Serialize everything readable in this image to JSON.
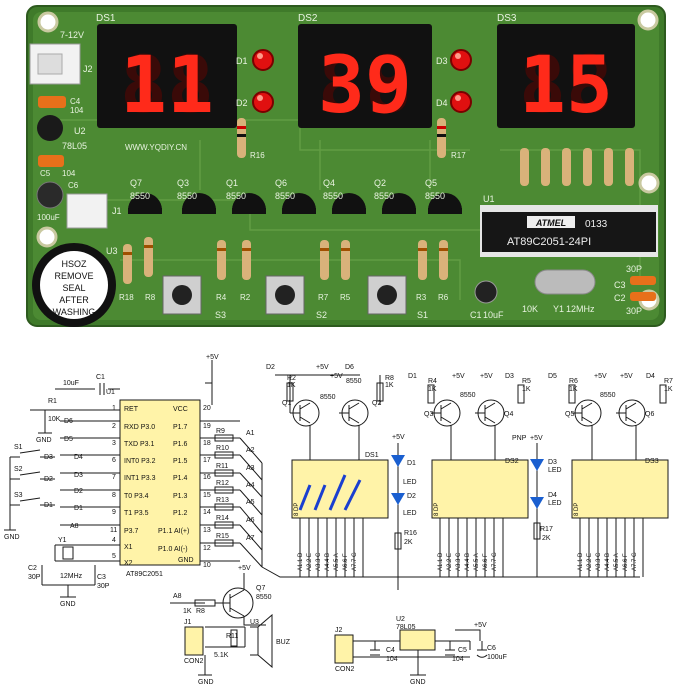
{
  "board": {
    "displays": [
      {
        "label": "DS1",
        "digits": "11"
      },
      {
        "label": "DS2",
        "digits": "39"
      },
      {
        "label": "DS3",
        "digits": "15"
      }
    ],
    "leds": [
      "D1",
      "D2",
      "D3",
      "D4"
    ],
    "power_label": "7-12V",
    "jack_labels": [
      "J2",
      "J1"
    ],
    "cap_labels": {
      "c4": "C4",
      "c4v": "104",
      "c5": "C5",
      "c5v": "104",
      "c6": "C6",
      "c6v": "100uF",
      "c1": "C1",
      "c1v": "10uF"
    },
    "regulator": {
      "ref": "U2",
      "part": "78L05"
    },
    "website": "WWW.YQDIY.CN",
    "res_labels": {
      "r16": "R16",
      "r17": "R17",
      "r18": "R18",
      "r8": "R8",
      "r4": "R4",
      "r2": "R2",
      "r7": "R7",
      "r5": "R5",
      "r3": "R3",
      "r6": "R6"
    },
    "transistors": [
      {
        "ref": "Q7",
        "part": "8550"
      },
      {
        "ref": "Q3",
        "part": "8550"
      },
      {
        "ref": "Q1",
        "part": "8550"
      },
      {
        "ref": "Q6",
        "part": "8550"
      },
      {
        "ref": "Q4",
        "part": "8550"
      },
      {
        "ref": "Q2",
        "part": "8550"
      },
      {
        "ref": "Q5",
        "part": "8550"
      }
    ],
    "buttons": [
      "S3",
      "S2",
      "S1"
    ],
    "mcu": {
      "ref": "U1",
      "brand": "ATMEL",
      "code": "0133",
      "part": "AT89C2051-24PI"
    },
    "buzzer": {
      "ref": "U3",
      "l1": "HSOZ",
      "l2": "REMOVE",
      "l3": "SEAL",
      "l4": "AFTER",
      "l5": "WASHING"
    },
    "crystal": {
      "ref": "Y1",
      "freq": "12MHz",
      "r": "10K"
    },
    "caps_right": {
      "c3": "C3",
      "c2": "C2",
      "v1": "30P",
      "v2": "30P"
    }
  },
  "schematic": {
    "supply": "+5V",
    "gnd": "GND",
    "pnp": "PNP",
    "c1": "C1",
    "c1v": "10uF",
    "r1": "R1",
    "r1v": "10K",
    "mcu": {
      "ref": "U1",
      "part": "AT89C2051",
      "left_pins": [
        {
          "num": "1",
          "name": "RET"
        },
        {
          "num": "2",
          "name": "RXD P3.0"
        },
        {
          "num": "3",
          "name": "TXD P3.1"
        },
        {
          "num": "6",
          "name": "INT0 P3.2"
        },
        {
          "num": "7",
          "name": "INT1 P3.3"
        },
        {
          "num": "8",
          "name": "T0 P3.4"
        },
        {
          "num": "9",
          "name": "T1 P3.5"
        },
        {
          "num": "11",
          "name": "P3.7"
        },
        {
          "num": "4",
          "name": "X1"
        },
        {
          "num": "5",
          "name": "X2"
        }
      ],
      "right_pins": [
        {
          "num": "20",
          "name": "VCC"
        },
        {
          "num": "19",
          "name": "P1.7"
        },
        {
          "num": "18",
          "name": "P1.6"
        },
        {
          "num": "17",
          "name": "P1.5"
        },
        {
          "num": "16",
          "name": "P1.4"
        },
        {
          "num": "15",
          "name": "P1.3"
        },
        {
          "num": "14",
          "name": "P1.2"
        },
        {
          "num": "13",
          "name": "P1.1 AI(+)"
        },
        {
          "num": "12",
          "name": "P1.0 AI(-)"
        },
        {
          "num": "10",
          "name": "GND"
        }
      ]
    },
    "left_nets": [
      "D6",
      "D5",
      "D4",
      "D3",
      "D2",
      "D1",
      "A8"
    ],
    "switches": [
      "S1",
      "S2",
      "S3"
    ],
    "switch_nets": [
      "D3",
      "D2",
      "D1"
    ],
    "xtal": {
      "ref": "Y1",
      "freq": "12MHz",
      "c2": "C2",
      "c2v": "30P",
      "c3": "C3",
      "c3v": "30P"
    },
    "res_bus": [
      "R9",
      "R10",
      "R11",
      "R12",
      "R13",
      "R14",
      "R15"
    ],
    "bus_nets": [
      "A1",
      "A2",
      "A3",
      "A4",
      "A5",
      "A6",
      "A7"
    ],
    "seg_pins": [
      "A1.1 D",
      "A2.2 E",
      "A3.3 C",
      "A4.4 B",
      "A5.5 A",
      "A6.6 F",
      "A7.7 G",
      "8 DP"
    ],
    "displays": [
      "DS1",
      "DS2",
      "DS3"
    ],
    "digit_groups": [
      {
        "d_left": "D2",
        "d_right": "D6",
        "ra": "R2",
        "rb": "R8",
        "q_left": "Q1",
        "q_right": "Q2"
      },
      {
        "d_left": "D1",
        "d_right": "D3",
        "ra": "R4",
        "rb": "R5",
        "q_left": "Q3",
        "q_right": "Q4"
      },
      {
        "d_left": "D5",
        "d_right": "D4",
        "ra": "R6",
        "rb": "R7",
        "q_left": "Q5",
        "q_right": "Q6"
      }
    ],
    "res_value": "1K",
    "trans_value": "8550",
    "led_labels": [
      "D1",
      "D2",
      "D3",
      "D4"
    ],
    "led_text": "LED",
    "r16": "R16",
    "r17": "R17",
    "r2k": "2K",
    "q7": {
      "ref": "Q7",
      "part": "8550",
      "rin": "R8",
      "rv": "1K",
      "net": "A8"
    },
    "buzz": {
      "j": "J1",
      "con": "CON2",
      "r": "R11",
      "rv": "5.1K",
      "u": "U3",
      "name": "BUZ"
    },
    "reg": {
      "ref": "U2",
      "part": "78L05",
      "j": "J2",
      "con": "CON2",
      "c4": "C4",
      "c4v": "104",
      "c5": "C5",
      "c5v": "104",
      "c6": "C6",
      "c6v": "100uF"
    }
  }
}
